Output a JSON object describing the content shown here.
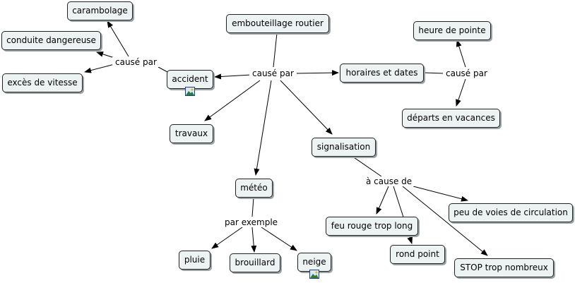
{
  "concepts": {
    "embouteillage": "embouteillage routier",
    "accident": "accident",
    "carambolage": "carambolage",
    "conduite": "conduite dangereuse",
    "exces": "excès de vitesse",
    "travaux": "travaux",
    "meteo": "météo",
    "signalisation": "signalisation",
    "horaires": "horaires et dates",
    "heure_pointe": "heure de pointe",
    "departs": "départs en vacances",
    "pluie": "pluie",
    "brouillard": "brouillard",
    "neige": "neige",
    "feu_rouge": "feu rouge trop long",
    "rond_point": "rond point",
    "stop": "STOP trop nombreux",
    "peu_voies": "peu de voies de circulation"
  },
  "links": {
    "cause_main": "causé par",
    "cause_accident": "causé par",
    "cause_horaires": "causé par",
    "a_cause_de": "à cause de",
    "par_exemple": "par exemple"
  },
  "attachments": {
    "accident": "image-icon",
    "neige": "image-icon"
  }
}
